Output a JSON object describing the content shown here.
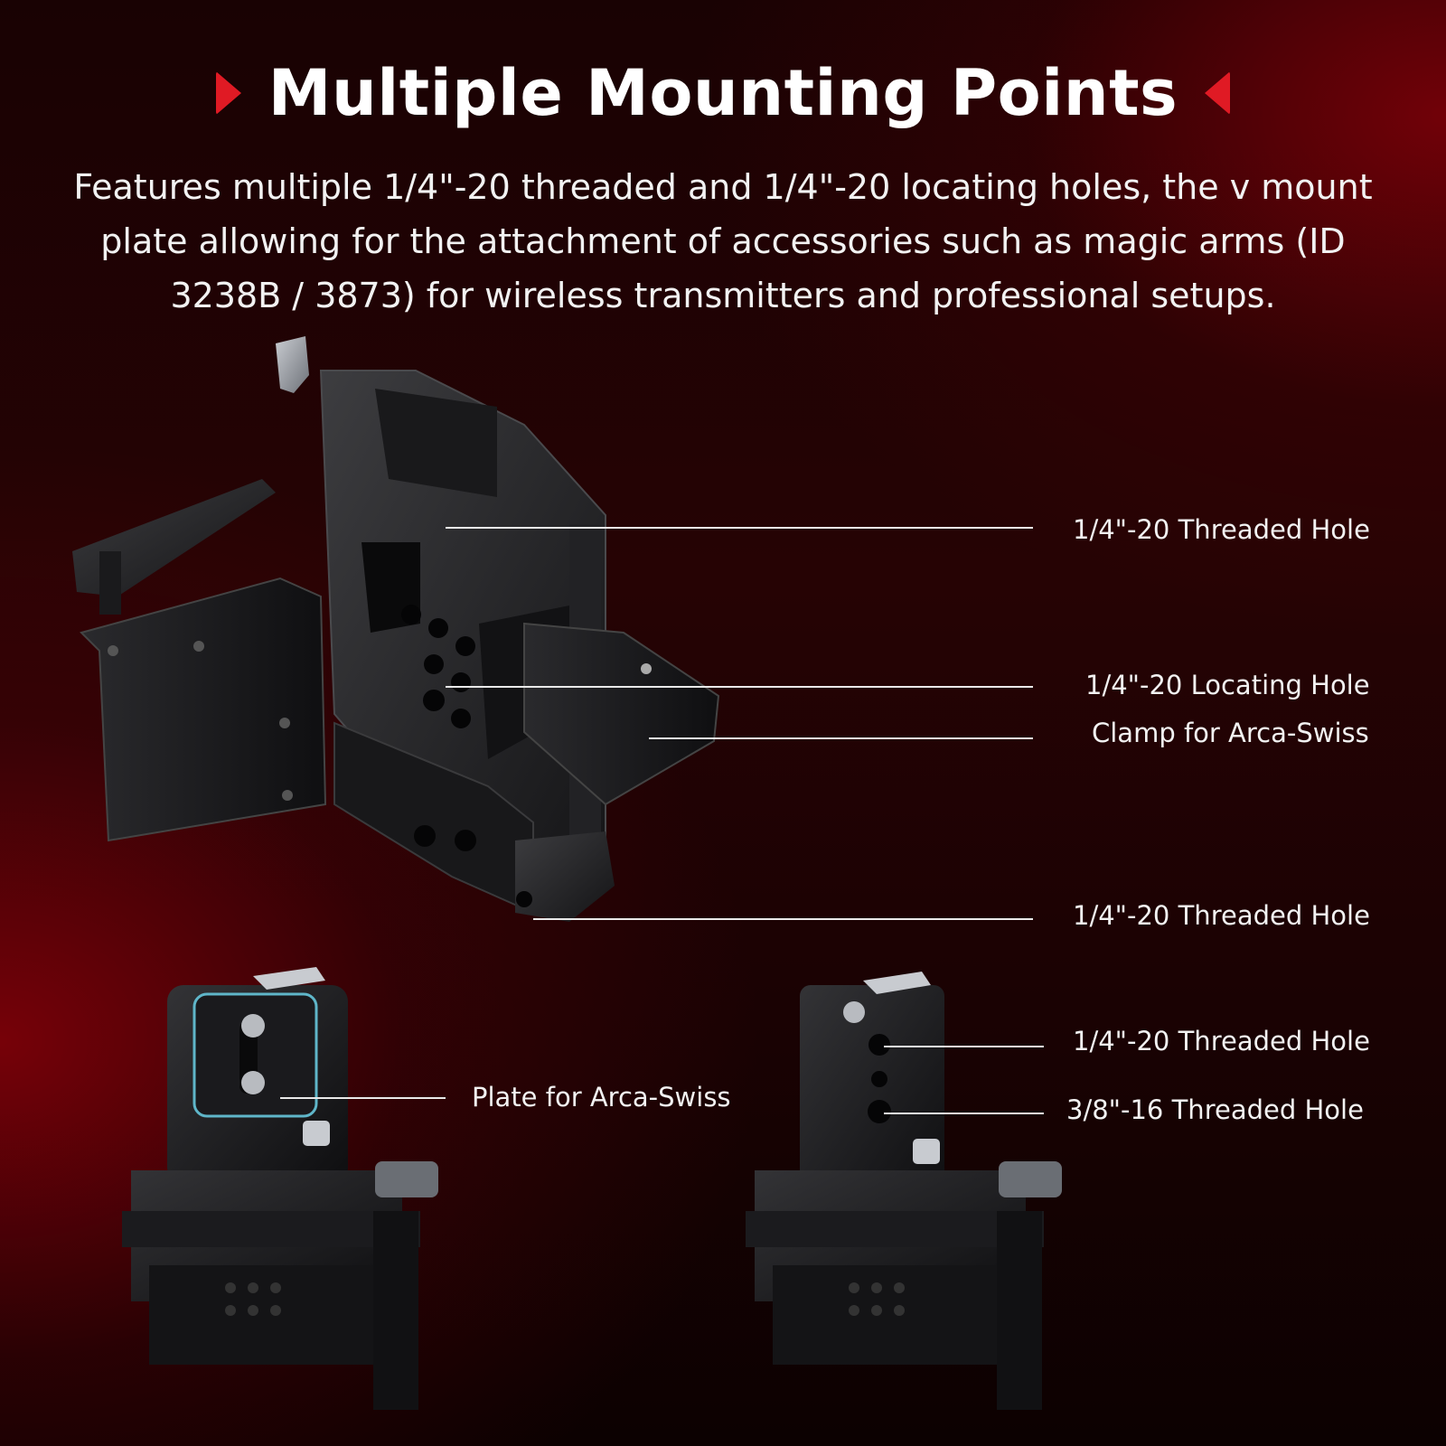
{
  "header": {
    "title": "Multiple Mounting Points",
    "description": "Features multiple 1/4\"-20 threaded and 1/4\"-20 locating holes, the v mount plate allowing for the attachment of accessories such as magic arms (ID 3238B / 3873) for wireless transmitters and professional setups."
  },
  "colors": {
    "accent": "#e01a24",
    "background": "#1f0203",
    "text": "#ffffff"
  },
  "callouts": {
    "main_threaded_top": "1/4\"-20 Threaded Hole",
    "main_locating": "1/4\"-20 Locating Hole",
    "main_clamp": "Clamp for Arca-Swiss",
    "main_threaded_bottom": "1/4\"-20 Threaded Hole",
    "left_plate": "Plate for Arca-Swiss",
    "right_threaded_14": "1/4\"-20 Threaded Hole",
    "right_threaded_38": "3/8\"-16 Threaded Hole"
  }
}
